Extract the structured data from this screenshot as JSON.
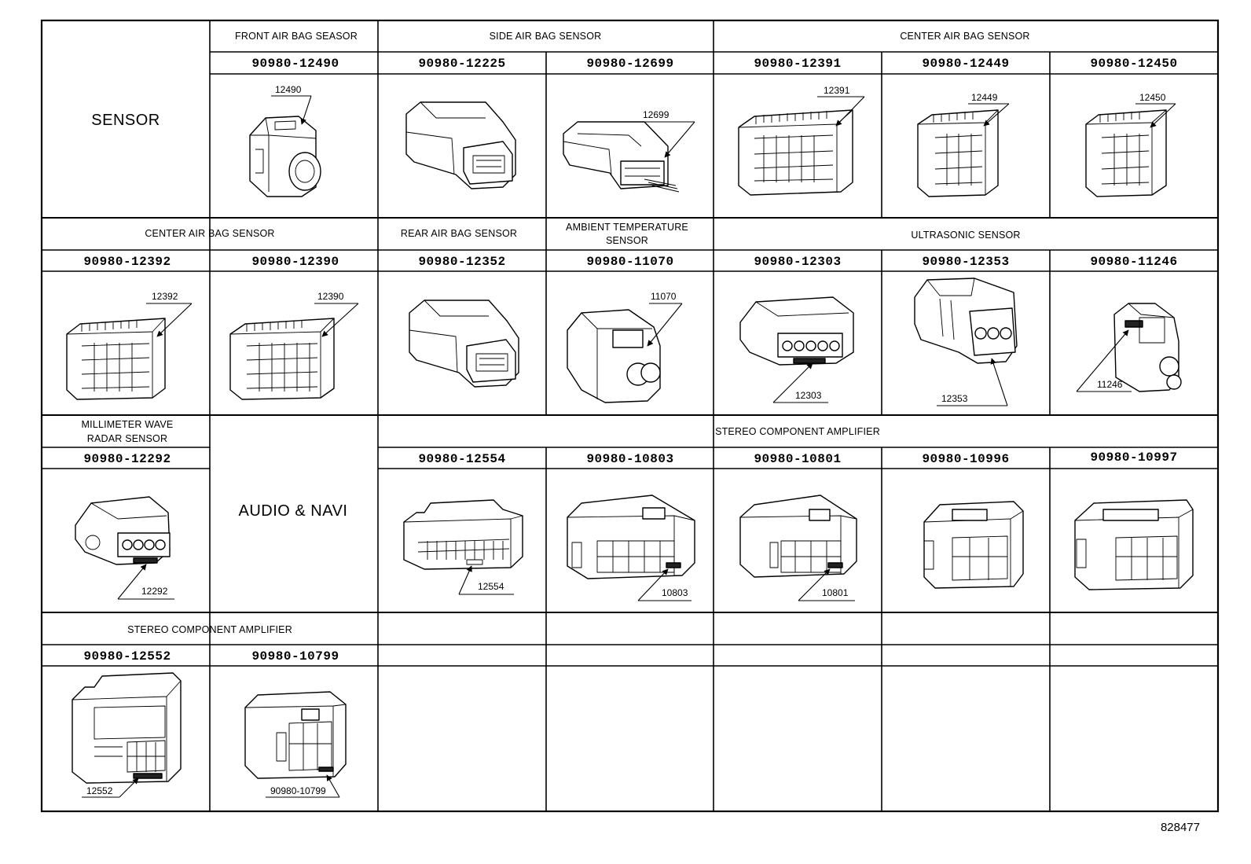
{
  "diagram": {
    "ref_number": "828477",
    "rows": [
      {
        "row": 1,
        "label": "SENSOR",
        "headers": [
          {
            "text": "FRONT AIR BAG SEASOR"
          },
          {
            "text": "SIDE AIR BAG SENSOR"
          },
          {
            "text": "CENTER AIR BAG SENSOR"
          }
        ],
        "parts": [
          {
            "part_number": "90980-12490",
            "callout": "12490"
          },
          {
            "part_number": "90980-12225",
            "callout": ""
          },
          {
            "part_number": "90980-12699",
            "callout": "12699"
          },
          {
            "part_number": "90980-12391",
            "callout": "12391"
          },
          {
            "part_number": "90980-12449",
            "callout": "12449"
          },
          {
            "part_number": "90980-12450",
            "callout": "12450"
          }
        ]
      },
      {
        "row": 2,
        "headers": [
          {
            "text": "CENTER AIR BAG SENSOR"
          },
          {
            "text": "REAR AIR BAG SENSOR"
          },
          {
            "text": "AMBIENT TEMPERATURE\nSENSOR",
            "line1": "AMBIENT TEMPERATURE",
            "line2": "SENSOR"
          },
          {
            "text": "ULTRASONIC SENSOR"
          }
        ],
        "parts": [
          {
            "part_number": "90980-12392",
            "callout": "12392"
          },
          {
            "part_number": "90980-12390",
            "callout": "12390"
          },
          {
            "part_number": "90980-12352",
            "callout": ""
          },
          {
            "part_number": "90980-11070",
            "callout": "11070"
          },
          {
            "part_number": "90980-12303",
            "callout": "12303"
          },
          {
            "part_number": "90980-12353",
            "callout": "12353"
          },
          {
            "part_number": "90980-11246",
            "callout": "11246"
          }
        ]
      },
      {
        "row": 3,
        "label": "AUDIO & NAVI",
        "headers": [
          {
            "text": "MILLIMETER WAVE\nRADAR SENSOR",
            "line1": "MILLIMETER WAVE",
            "line2": "RADAR SENSOR"
          },
          {
            "text": "STEREO COMPONENT AMPLIFIER"
          }
        ],
        "parts": [
          {
            "part_number": "90980-12292",
            "callout": "12292"
          },
          {
            "part_number": "90980-12554",
            "callout": "12554"
          },
          {
            "part_number": "90980-10803",
            "callout": "10803"
          },
          {
            "part_number": "90980-10801",
            "callout": "10801"
          },
          {
            "part_number": "90980-10996",
            "callout": ""
          },
          {
            "part_number": "90980-10997",
            "callout": ""
          }
        ]
      },
      {
        "row": 4,
        "headers": [
          {
            "text": "STEREO COMPONENT AMPLIFIER"
          }
        ],
        "parts": [
          {
            "part_number": "90980-12552",
            "callout": "12552"
          },
          {
            "part_number": "90980-10799",
            "callout": "90980-10799"
          }
        ]
      }
    ]
  }
}
